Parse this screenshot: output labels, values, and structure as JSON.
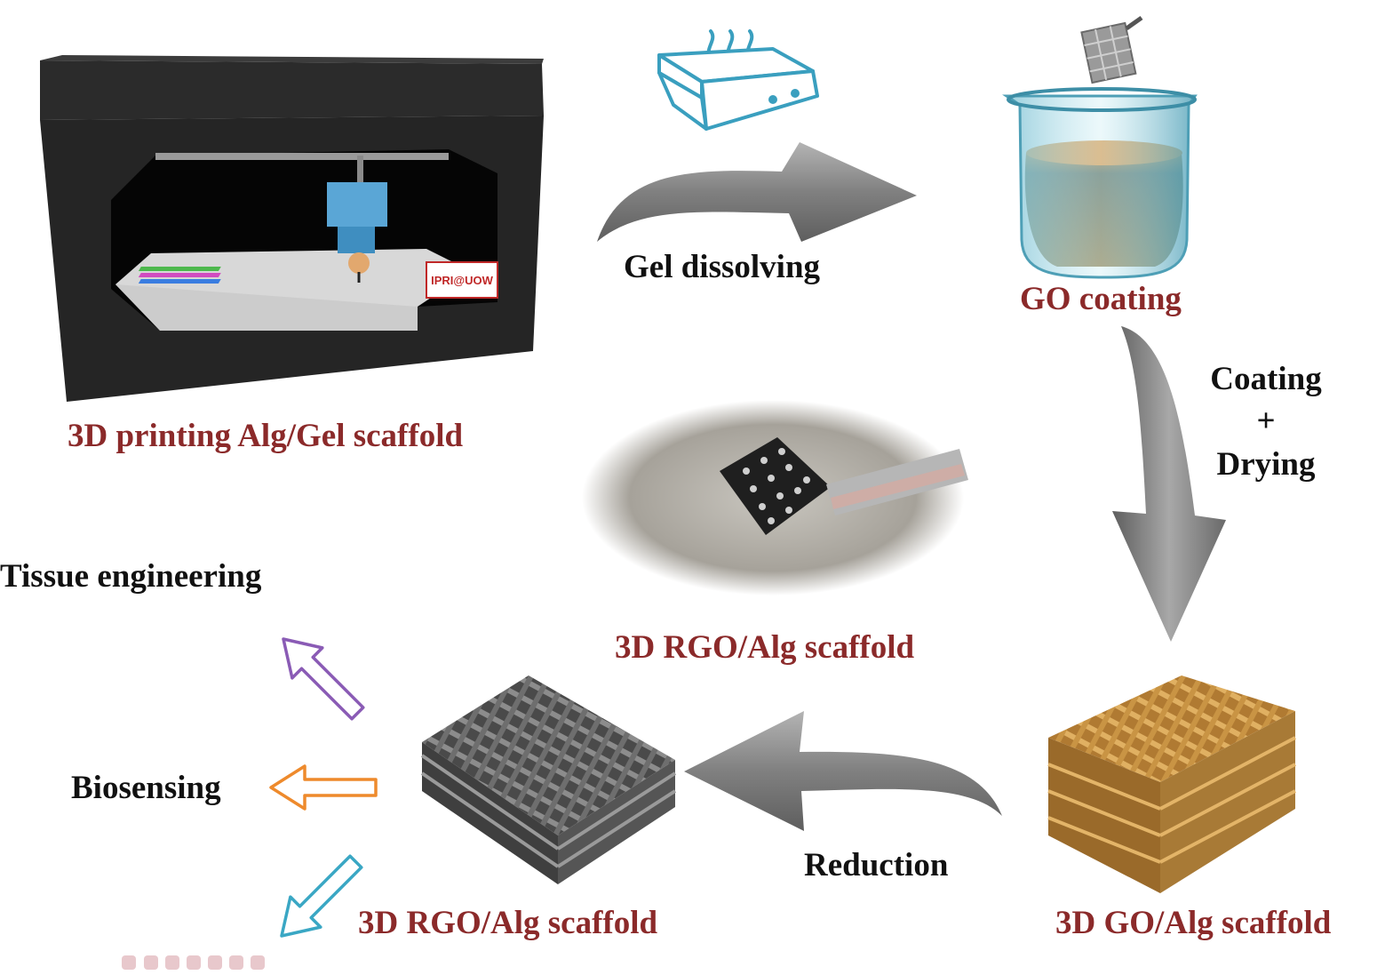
{
  "colors": {
    "label_red": "#8b2a2a",
    "label_black": "#111111",
    "arrow_gray": "#7d7d7d",
    "outline_purple": "#8a5bb5",
    "outline_orange": "#ee8a2c",
    "outline_cyan": "#3aa7c4"
  },
  "labels": {
    "printer": "3D printing Alg/Gel scaffold",
    "gel_dissolving": "Gel dissolving",
    "go_coating": "GO coating",
    "coating": "Coating",
    "plus": "+",
    "drying": "Drying",
    "rgo_photo": "3D RGO/Alg scaffold",
    "reduction": "Reduction",
    "go_alg_scaffold": "3D GO/Alg scaffold",
    "rgo_alg_scaffold": "3D RGO/Alg scaffold",
    "tissue_engineering": "Tissue engineering",
    "biosensing": "Biosensing"
  },
  "printer_logo_text": "IPRI@UOW",
  "icons": {
    "printer": "3d-printer-icon",
    "hotplate": "hotplate-icon",
    "beaker": "beaker-icon",
    "photo": "scaffold-photo-icon",
    "go_lattice": "lattice-scaffold-icon",
    "rgo_lattice": "lattice-scaffold-icon"
  }
}
